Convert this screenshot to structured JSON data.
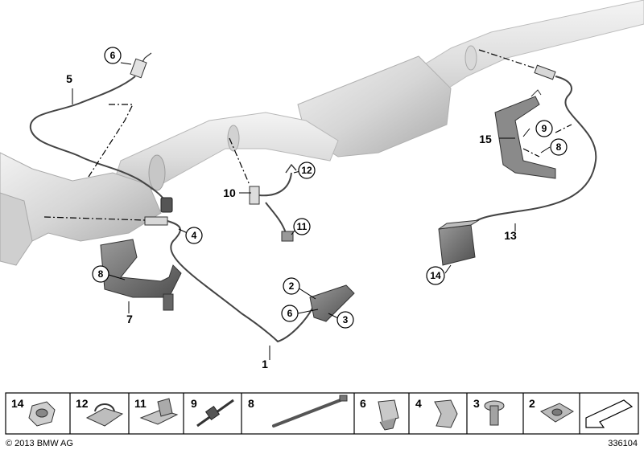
{
  "diagram": {
    "callouts": [
      {
        "id": "c6a",
        "label": "6"
      },
      {
        "id": "c4",
        "label": "4"
      },
      {
        "id": "c8a",
        "label": "8"
      },
      {
        "id": "c12",
        "label": "12"
      },
      {
        "id": "c11",
        "label": "11"
      },
      {
        "id": "c2",
        "label": "2"
      },
      {
        "id": "c6b",
        "label": "6"
      },
      {
        "id": "c3",
        "label": "3"
      },
      {
        "id": "c9",
        "label": "9"
      },
      {
        "id": "c8b",
        "label": "8"
      },
      {
        "id": "c14",
        "label": "14"
      }
    ],
    "part_labels": [
      {
        "id": "p5",
        "label": "5"
      },
      {
        "id": "p7",
        "label": "7"
      },
      {
        "id": "p10",
        "label": "10"
      },
      {
        "id": "p1",
        "label": "1"
      },
      {
        "id": "p15",
        "label": "15"
      },
      {
        "id": "p13",
        "label": "13"
      }
    ]
  },
  "legend": {
    "cells": [
      {
        "num": "14",
        "icon": "nut-icon"
      },
      {
        "num": "12",
        "icon": "clip-holder-icon"
      },
      {
        "num": "11",
        "icon": "bracket-icon"
      },
      {
        "num": "9",
        "icon": "cable-tie-mount-icon"
      },
      {
        "num": "8",
        "icon": "cable-tie-icon"
      },
      {
        "num": "6",
        "icon": "plug-clip-icon"
      },
      {
        "num": "4",
        "icon": "spring-clip-icon"
      },
      {
        "num": "3",
        "icon": "bolt-icon"
      },
      {
        "num": "2",
        "icon": "speed-nut-icon"
      },
      {
        "num": "",
        "icon": "arrow-down-left-icon"
      }
    ]
  },
  "footer": {
    "copyright": "© 2013 BMW AG",
    "diagram_number": "336104"
  },
  "colors": {
    "line": "#1a1a1a",
    "pipe_light": "#e6e6e6",
    "pipe_mid": "#cfcfcf",
    "pipe_dark": "#a8a8a8",
    "part_dark": "#6a6a6a",
    "legend_border": "#000000"
  }
}
